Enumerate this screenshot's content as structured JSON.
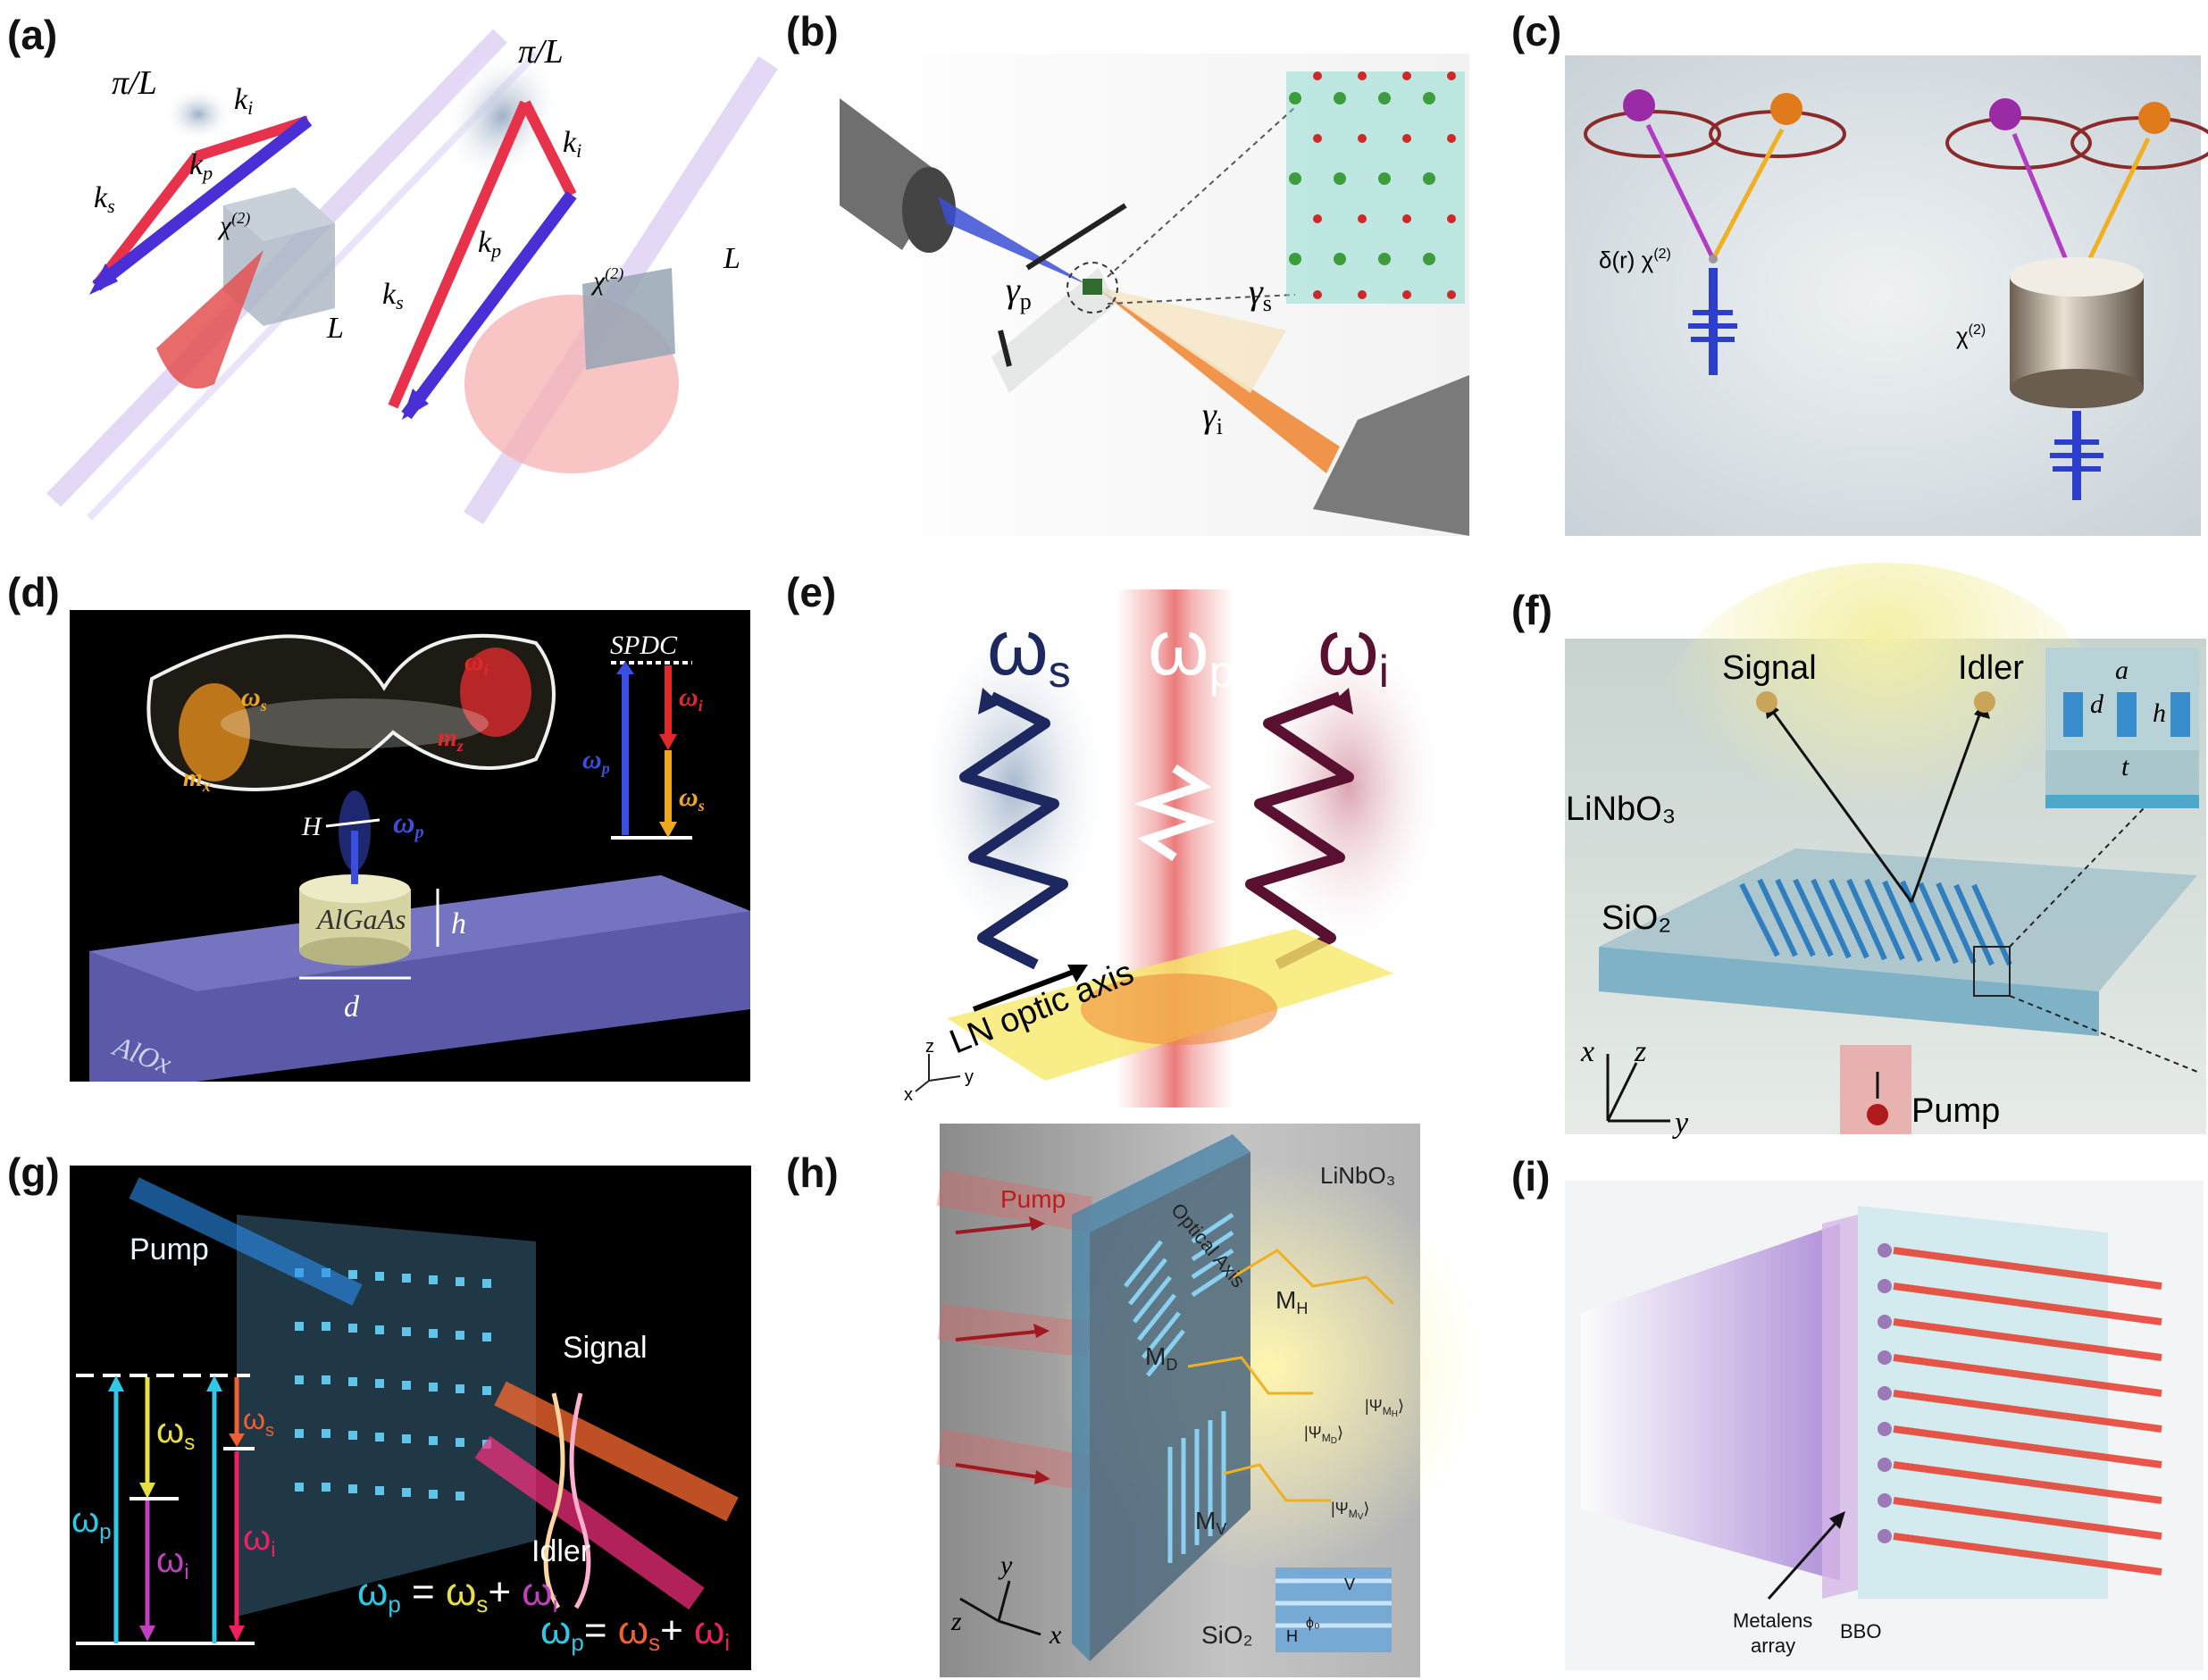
{
  "panels": {
    "a": {
      "label": "(a)",
      "pi_L_left": "π/L",
      "pi_L_right": "π/L",
      "ki": "k",
      "ki_sub": "i",
      "kp": "k",
      "kp_sub": "p",
      "ks": "k",
      "ks_sub": "s",
      "chi": "χ",
      "chi_sup": "(2)",
      "L": "L"
    },
    "b": {
      "label": "(b)",
      "gp": "γ",
      "gp_sub": "p",
      "gs": "γ",
      "gs_sub": "s",
      "gi": "γ",
      "gi_sub": "i"
    },
    "c": {
      "label": "(c)",
      "delta_chi": "δ(r) χ",
      "chi_sup": "(2)",
      "chi": "χ"
    },
    "d": {
      "label": "(d)",
      "spdc": "SPDC",
      "wi": "ω",
      "wi_sub": "i",
      "ws": "ω",
      "ws_sub": "s",
      "wp": "ω",
      "wp_sub": "p",
      "mx": "m",
      "mx_sub": "x",
      "mz": "m",
      "mz_sub": "z",
      "H": "H",
      "h": "h",
      "d": "d",
      "algaas": "AlGaAs",
      "alox": "AlOx"
    },
    "e": {
      "label": "(e)",
      "ws": "ω",
      "ws_sub": "s",
      "wp": "ω",
      "wp_sub": "p",
      "wi": "ω",
      "wi_sub": "i",
      "axis_text": "LN optic axis",
      "ax_z": "z",
      "ax_x": "x",
      "ax_y": "y"
    },
    "f": {
      "label": "(f)",
      "signal": "Signal",
      "idler": "Idler",
      "linbo3": "LiNbO₃",
      "sio2": "SiO₂",
      "pump": "Pump",
      "a": "a",
      "d": "d",
      "h": "h",
      "t": "t",
      "ax_x": "x",
      "ax_z": "z",
      "ax_y": "y"
    },
    "g": {
      "label": "(g)",
      "pump": "Pump",
      "signal": "Signal",
      "idler": "Idler",
      "ws": "ω",
      "ws_sub": "s",
      "wp": "ω",
      "wp_sub": "p",
      "wi": "ω",
      "wi_sub": "i",
      "eq1": "ω",
      "eq2": "ω"
    },
    "h": {
      "label": "(h)",
      "pump": "Pump",
      "linbo3": "LiNbO₃",
      "optical_axis": "Optical Axis",
      "mh": "M",
      "mh_sub": "H",
      "md": "M",
      "md_sub": "D",
      "mv": "M",
      "mv_sub": "V",
      "psi_mh": "|Ψ",
      "psi_md": "|Ψ",
      "psi_mv": "|Ψ",
      "sio2": "SiO₂",
      "ax_x": "x",
      "ax_y": "y",
      "ax_z": "z",
      "V": "V",
      "H": "H",
      "phi": "ϕ₀"
    },
    "i": {
      "label": "(i)",
      "metalens": "Metalens",
      "array": "array",
      "bbo": "BBO"
    }
  },
  "colors": {
    "red_arrow": "#e8314a",
    "blue_arrow": "#4b2fd6",
    "cyan": "#1fb8d8"
  }
}
